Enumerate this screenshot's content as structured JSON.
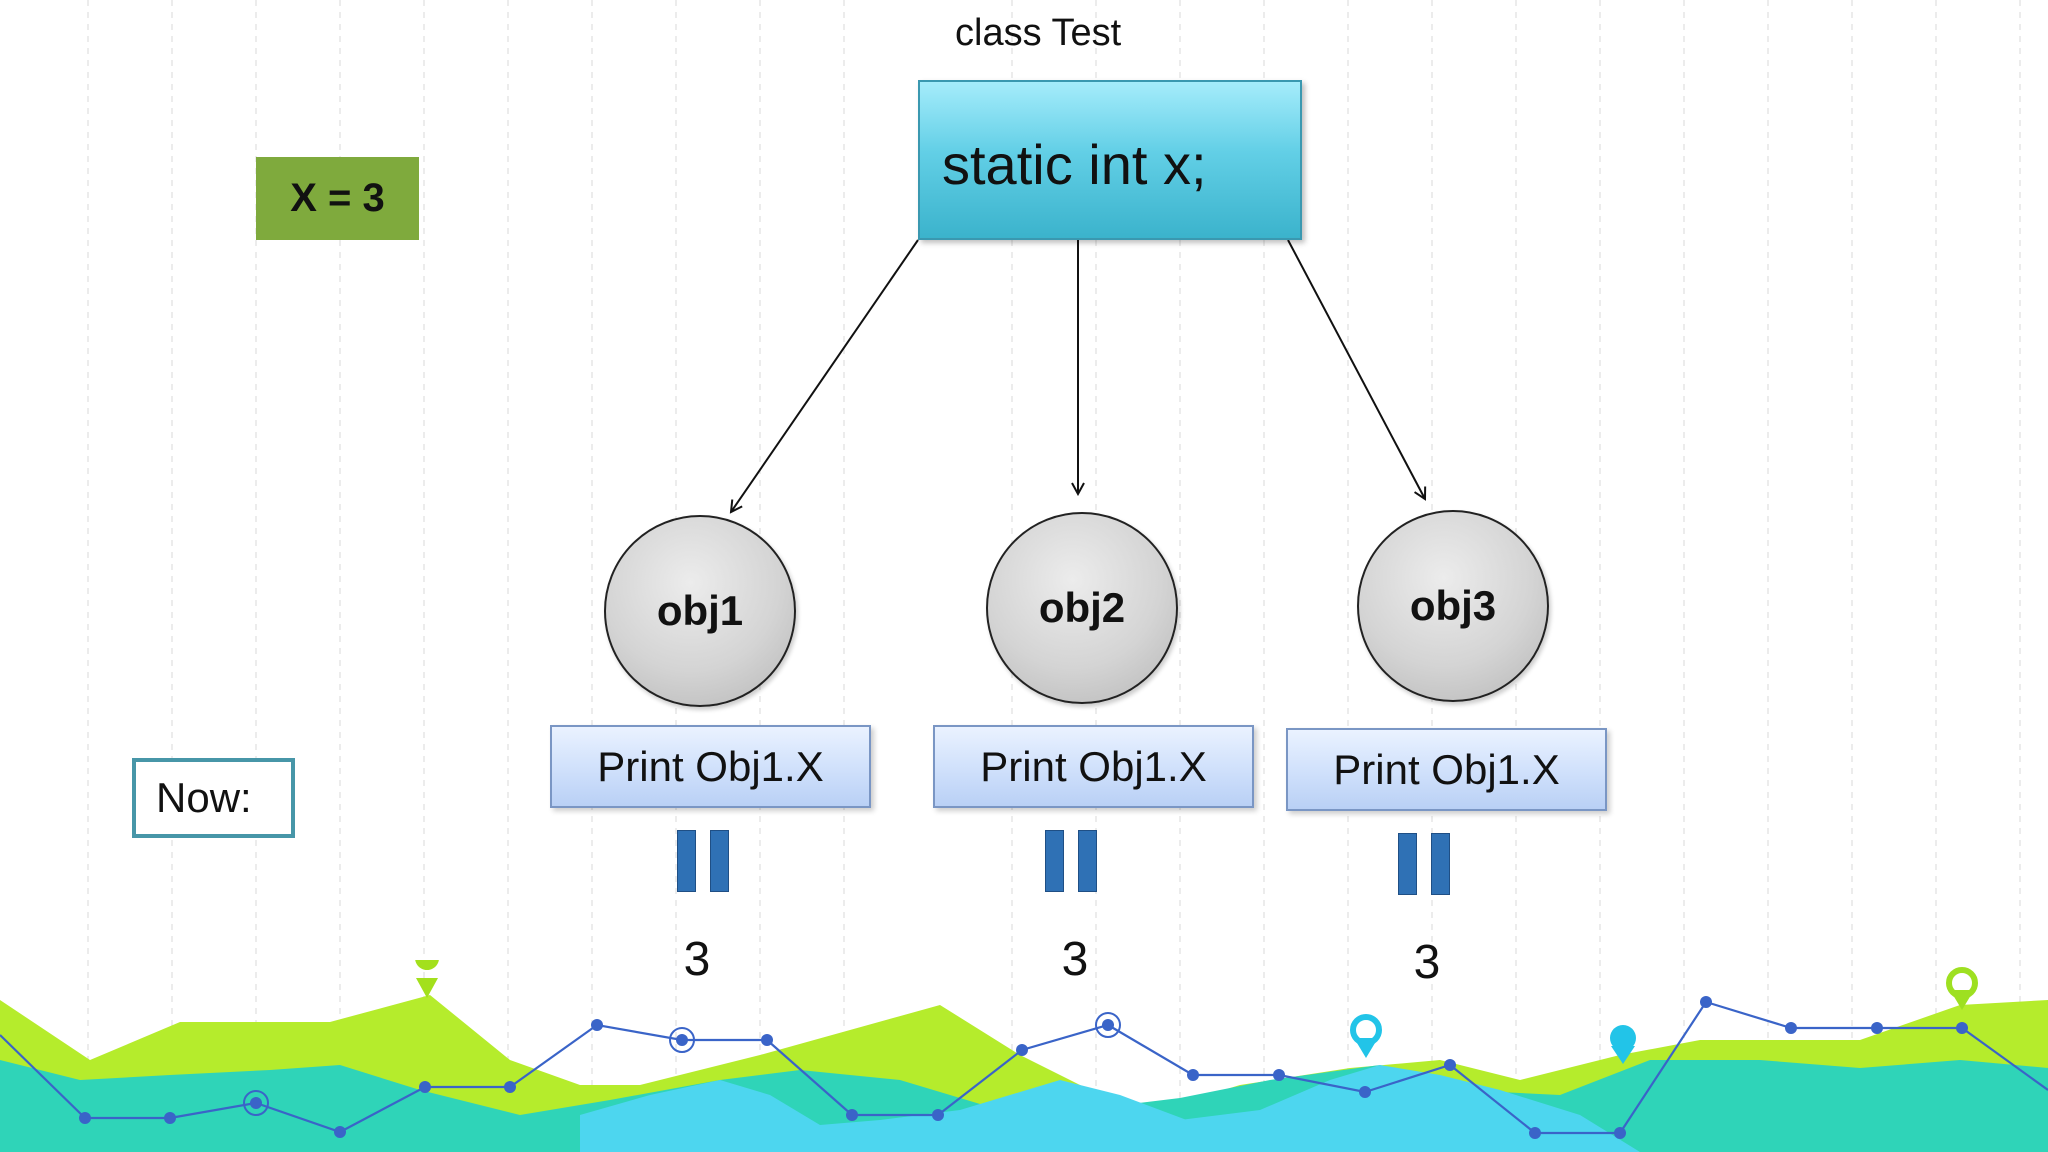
{
  "diagram": {
    "class_label": "class Test",
    "static_declaration": "static int x;",
    "x_value": "X = 3",
    "now_label": "Now:",
    "objects": [
      {
        "name": "obj1",
        "action": "Print Obj1.X",
        "result": "3"
      },
      {
        "name": "obj2",
        "action": "Print Obj1.X",
        "result": "3"
      },
      {
        "name": "obj3",
        "action": "Print Obj1.X",
        "result": "3"
      }
    ]
  },
  "colors": {
    "static_box": "#5cc9e2",
    "x_badge": "#7faa3d",
    "now_border": "#4796a8",
    "print_box": "#cfe0fb",
    "equals_bars": "#2f71b5",
    "landscape_green": "#b5ec2c",
    "landscape_teal": "#2fd4b8",
    "landscape_cyan": "#4dd6ef",
    "line_blue": "#3a64c8"
  }
}
